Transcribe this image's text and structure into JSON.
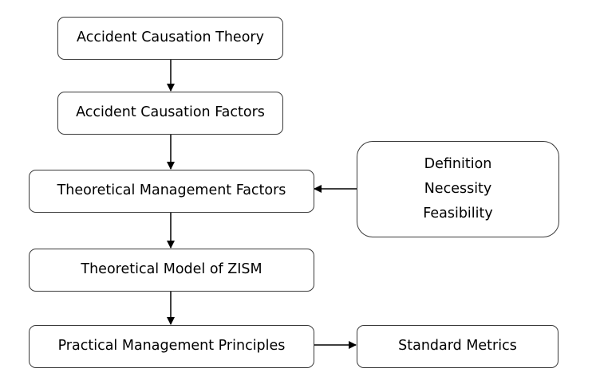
{
  "diagram": {
    "nodes": {
      "accident_causation_theory": "Accident Causation Theory",
      "accident_causation_factors": "Accident Causation Factors",
      "theoretical_management_factors": "Theoretical Management Factors",
      "theoretical_model_zism": "Theoretical Model of ZISM",
      "practical_management_principles": "Practical Management Principles",
      "standard_metrics": "Standard Metrics",
      "criteria": [
        "Definition",
        "Necessity",
        "Feasibility"
      ]
    },
    "colors": {
      "border": "#3a3a3a",
      "arrow": "#000000",
      "background": "#ffffff"
    }
  }
}
